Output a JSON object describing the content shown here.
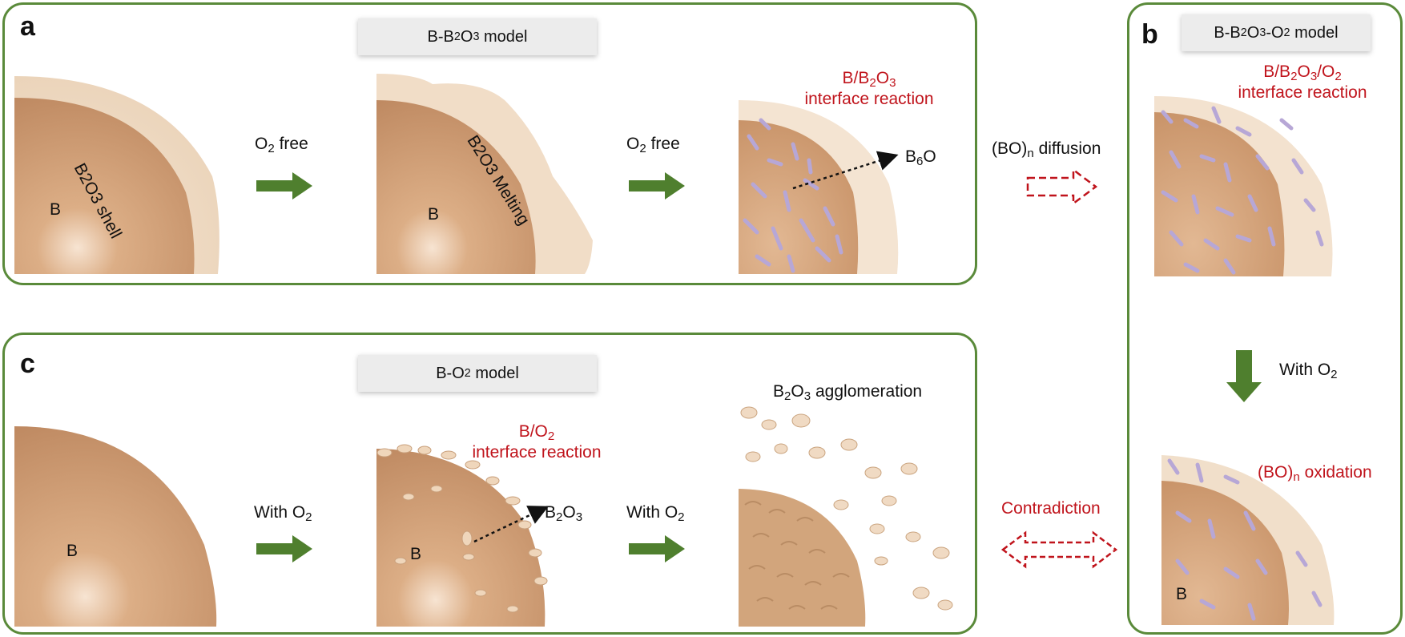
{
  "panel_a": {
    "label": "a",
    "model_title": {
      "pre": "B-B",
      "s1": "2",
      "mid": "O",
      "s2": "3",
      "post": " model"
    },
    "step1": {
      "pre": "O",
      "sub": "2",
      "post": " free"
    },
    "step2": {
      "pre": "O",
      "sub": "2",
      "post": " free"
    },
    "shell_label": "B2O3 shell",
    "melting_label": "B2O3 Melting",
    "core_label_1": "B",
    "core_label_2": "B",
    "interface": {
      "line1_pre": "B/B",
      "line1_s1": "2",
      "line1_mid": "O",
      "line1_s2": "3",
      "line2": "interface reaction"
    },
    "product": {
      "pre": "B",
      "sub": "6",
      "post": "O"
    }
  },
  "panel_b": {
    "label": "b",
    "model_title": {
      "pre": "B-B",
      "s1": "2",
      "mid": "O",
      "s2": "3",
      "mid2": "-O",
      "s3": "2",
      "post": " model"
    },
    "interface": {
      "line1_pre": "B/B",
      "line1_s1": "2",
      "line1_mid": "O",
      "line1_s2": "3",
      "line1_mid2": "/O",
      "line1_s3": "2",
      "line2": "interface reaction"
    },
    "step": {
      "pre": "With O",
      "sub": "2"
    },
    "oxidation": {
      "pre": "(BO)",
      "sub": "n",
      "post": " oxidation"
    },
    "core_label": "B"
  },
  "panel_c": {
    "label": "c",
    "model_title": {
      "pre": "B-O",
      "sub": "2",
      "post": " model"
    },
    "step1": {
      "pre": "With O",
      "sub": "2"
    },
    "step2": {
      "pre": "With O",
      "sub": "2"
    },
    "core_label_1": "B",
    "core_label_2": "B",
    "interface": {
      "line1_pre": "B/O",
      "line1_sub": "2",
      "line2": "interface reaction"
    },
    "product": {
      "pre": "B",
      "s1": "2",
      "mid": "O",
      "s2": "3"
    },
    "agglomeration": {
      "pre": "B",
      "s1": "2",
      "mid": "O",
      "s2": "3",
      "post": " agglomeration"
    }
  },
  "connectors": {
    "diffusion": {
      "pre": "(BO)",
      "sub": "n",
      "post": " diffusion"
    },
    "contradiction": "Contradiction"
  },
  "colors": {
    "frame": "#5a8a3a",
    "arrow_green": "#4f7f2e",
    "red_text": "#c0141c",
    "boron": "#c9946b",
    "shell": "#f3e1cc",
    "rods": "#b7a7d6"
  }
}
